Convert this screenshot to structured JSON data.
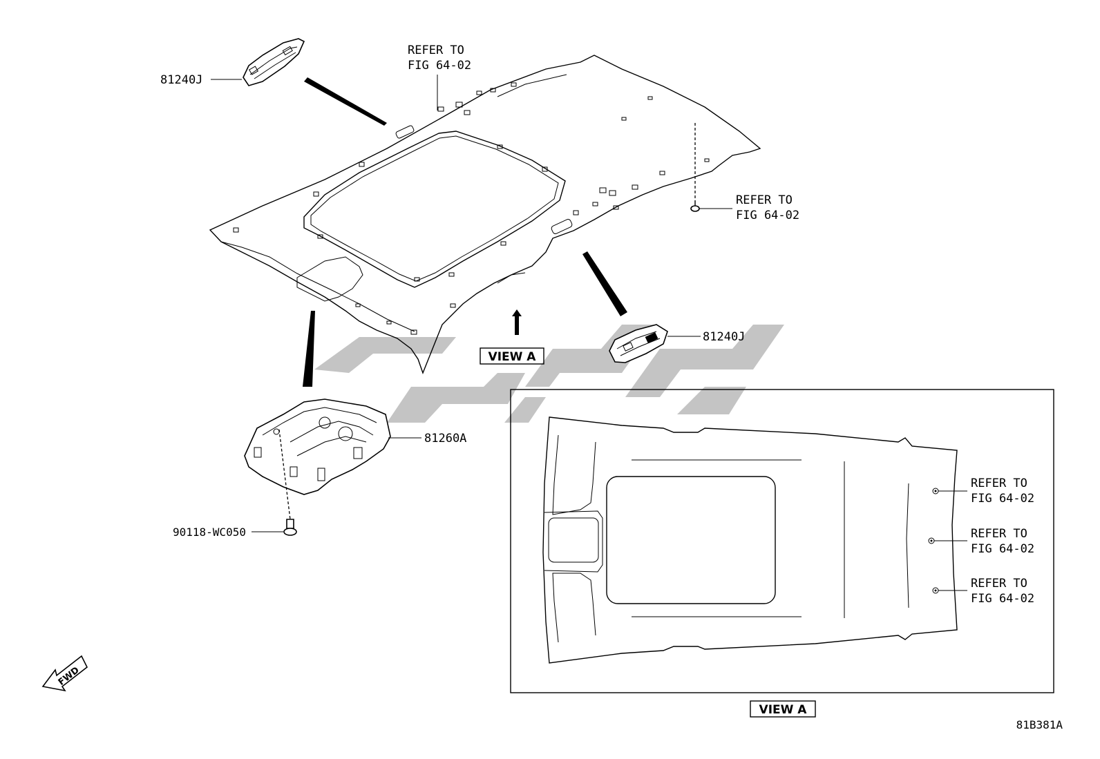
{
  "parts": {
    "map_light_top": "81240J",
    "map_light_right": "81240J",
    "console_box": "81260A",
    "screw": "90118-WC050"
  },
  "references": {
    "top": [
      "REFER TO",
      "FIG 64-02"
    ],
    "right": [
      "REFER TO",
      "FIG 64-02"
    ],
    "view_a_1": [
      "REFER TO",
      "FIG 64-02"
    ],
    "view_a_2": [
      "REFER TO",
      "FIG 64-02"
    ],
    "view_a_3": [
      "REFER TO",
      "FIG 64-02"
    ]
  },
  "view_labels": {
    "arrow": "VIEW A",
    "inset": "VIEW A"
  },
  "fwd": "FWD",
  "diagram_code": "81B381A",
  "colors": {
    "line": "#000000",
    "watermark": "#c4c4c4",
    "background": "#ffffff"
  }
}
